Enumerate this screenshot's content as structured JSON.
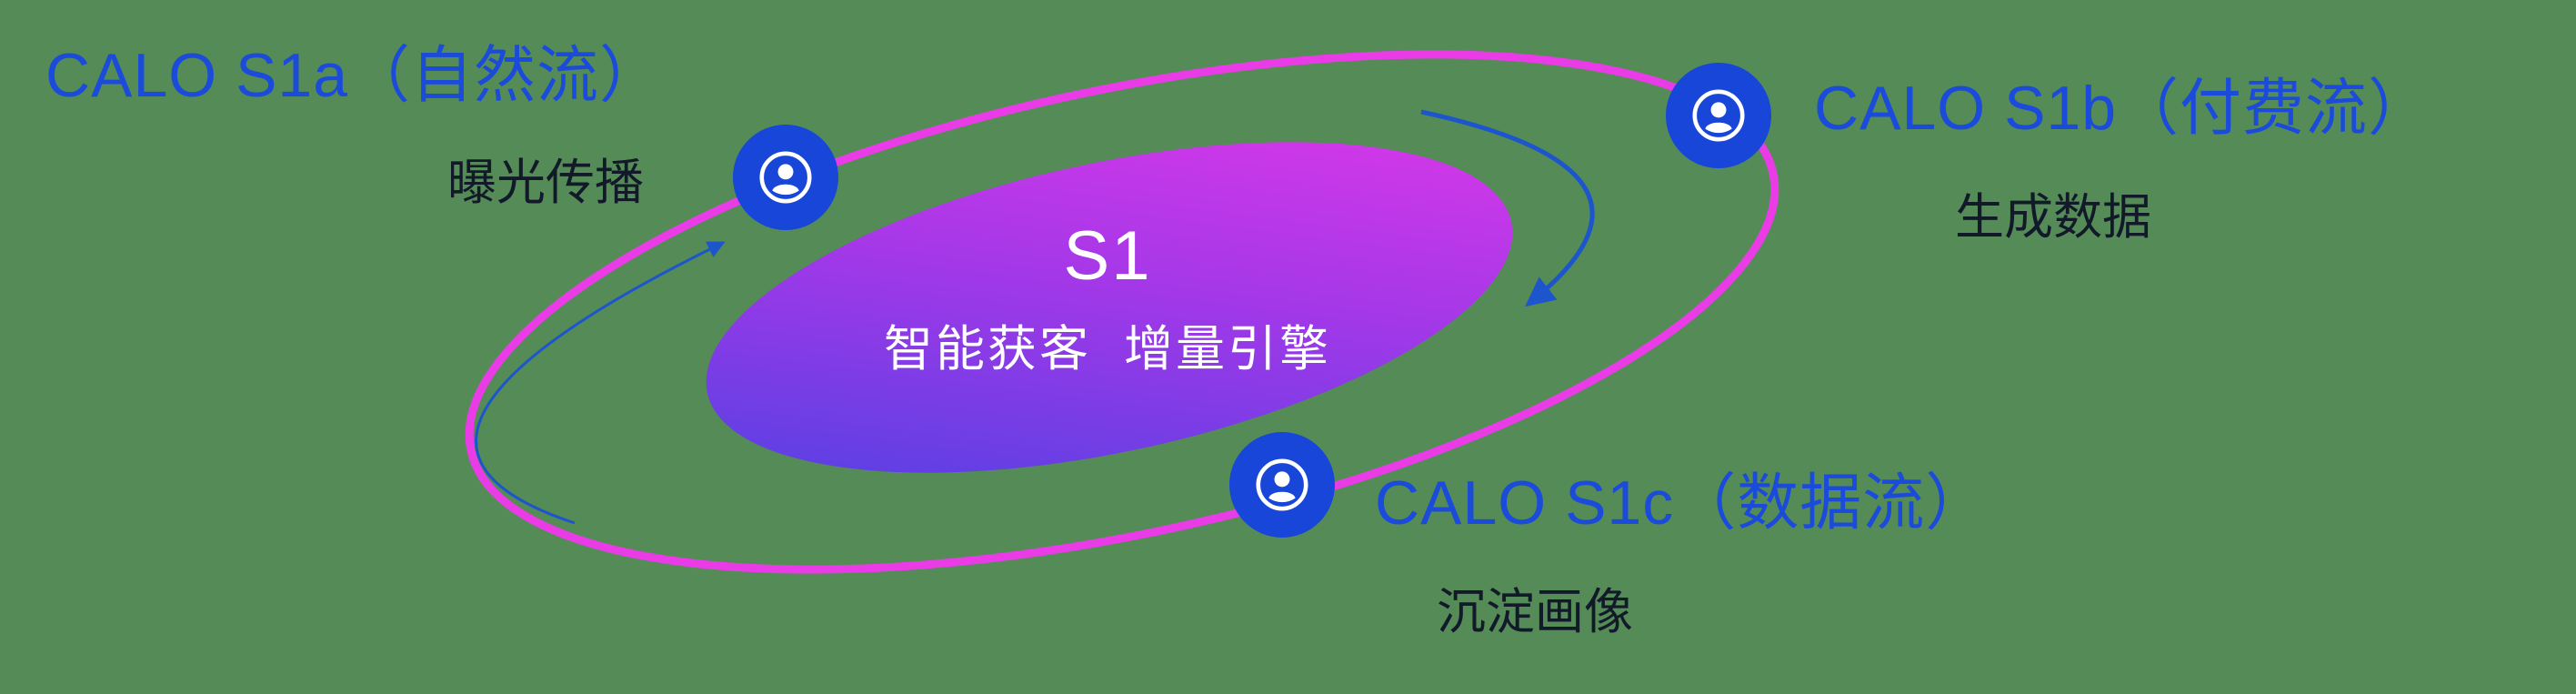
{
  "diagram": {
    "title": "S1 orbit diagram",
    "center": {
      "title": "S1",
      "subtitle": "智能获客  增量引擎"
    },
    "nodes": [
      {
        "id": "s1a",
        "label": "CALO S1a（自然流）",
        "sublabel": "曝光传播",
        "icon": "person-badge-icon"
      },
      {
        "id": "s1b",
        "label": "CALO S1b（付费流）",
        "sublabel": "生成数据",
        "icon": "person-badge-icon"
      },
      {
        "id": "s1c",
        "label": "CALO S1c（数据流）",
        "sublabel": "沉淀画像",
        "icon": "person-badge-icon"
      }
    ],
    "colors": {
      "background_green": "#558b57",
      "label_blue": "#1b4bdb",
      "sublabel_dark": "#121a2a",
      "orbit_ring_magenta": "#ea3ce6",
      "node_blue": "#1746d8",
      "core_gradient_start": "#4942e2",
      "core_gradient_mid": "#a438e8",
      "core_gradient_end": "#e238e8",
      "arrow_blue": "#1d55cc",
      "center_text": "#ffffff"
    }
  }
}
